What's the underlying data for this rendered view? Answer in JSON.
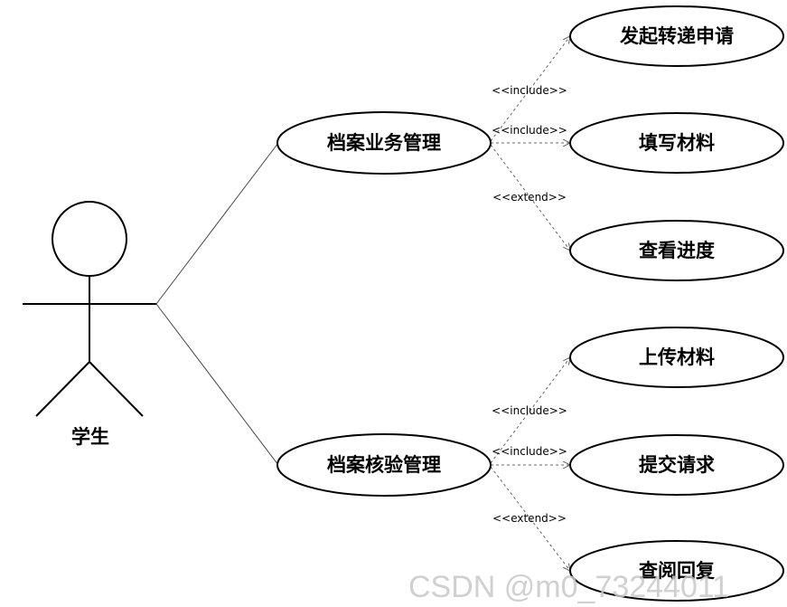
{
  "actor": {
    "label": "学生"
  },
  "use_cases": {
    "archive_business": "档案业务管理",
    "archive_verify": "档案核验管理",
    "initiate_transfer": "发起转递申请",
    "fill_materials": "填写材料",
    "view_progress": "查看进度",
    "upload_materials": "上传材料",
    "submit_request": "提交请求",
    "view_reply": "查阅回复"
  },
  "stereotypes": {
    "include": "<<include>>",
    "extend": "<<extend>>"
  },
  "watermark": "CSDN @m0_73244011"
}
